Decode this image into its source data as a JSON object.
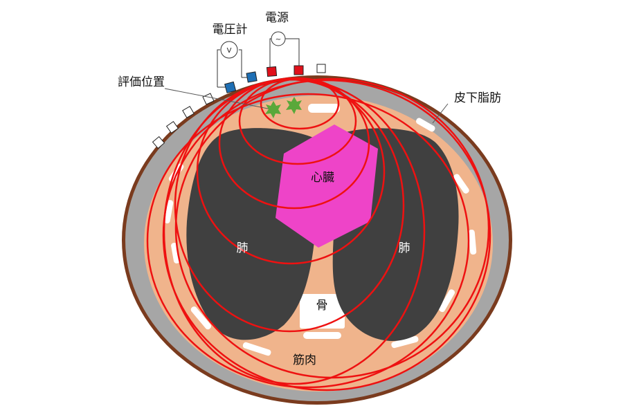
{
  "labels": {
    "voltmeter": "電圧計",
    "power_source": "電源",
    "evaluation_position": "評価位置",
    "subcutaneous_fat": "皮下脂肪",
    "heart": "心臓",
    "lung_left": "肺",
    "lung_right": "肺",
    "bone": "骨",
    "muscle": "筋肉",
    "voltmeter_symbol": "V",
    "source_symbol": "~"
  },
  "colors": {
    "skin_outline": "#7a3b1e",
    "fat": "#a6a6a6",
    "muscle": "#f0b48c",
    "lung": "#404040",
    "heart": "#ee44c8",
    "field_lines": "#ee1111",
    "voltage_electrode": "#1f6fb4",
    "current_electrode": "#e0101a",
    "evaluation_marker": "#5aa83a",
    "bone": "#ffffff"
  }
}
